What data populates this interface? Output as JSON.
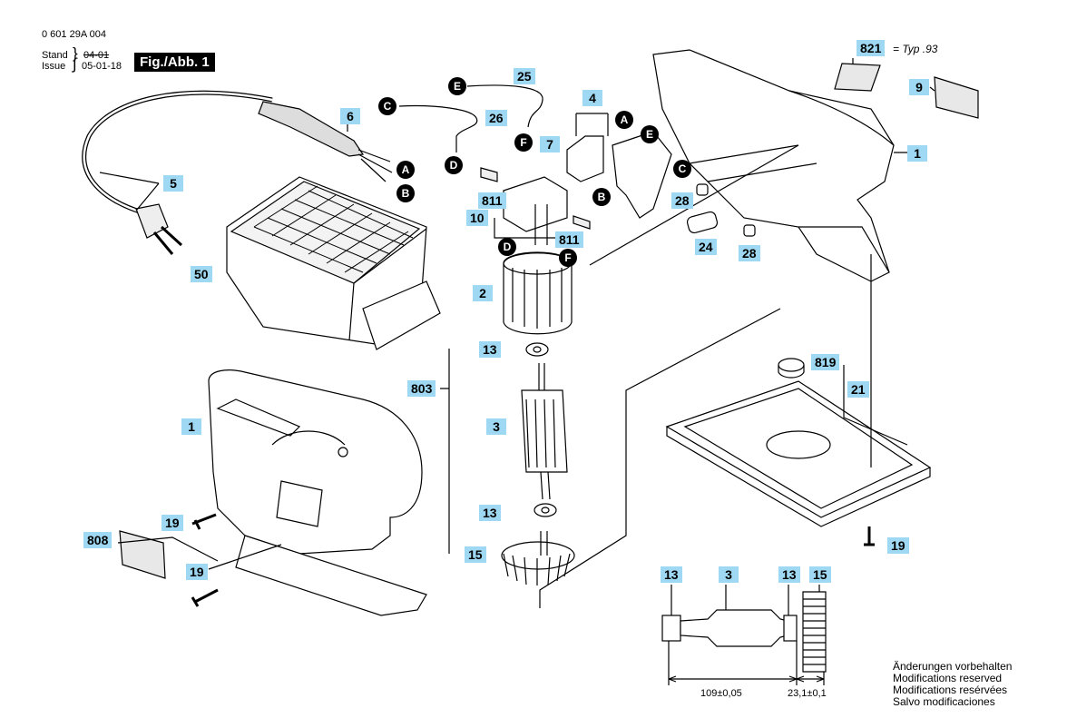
{
  "header": {
    "doc_number": "0 601 29A 004",
    "stand_label": "Stand",
    "issue_label": "Issue",
    "stand_value": "04-01",
    "issue_value": "05-01-18",
    "figure_label": "Fig./Abb. 1"
  },
  "part_labels": {
    "p821": "821",
    "typ": "= Typ .93",
    "p9": "9",
    "p1_top": "1",
    "p25": "25",
    "p26": "26",
    "p4": "4",
    "p6": "6",
    "p7": "7",
    "p5": "5",
    "p811a": "811",
    "p10": "10",
    "p811b": "811",
    "p28a": "28",
    "p24": "24",
    "p28b": "28",
    "p50": "50",
    "p2": "2",
    "p13a": "13",
    "p803": "803",
    "p3": "3",
    "p13b": "13",
    "p15": "15",
    "p819": "819",
    "p21": "21",
    "p1_side": "1",
    "p19a": "19",
    "p808": "808",
    "p19b": "19",
    "p19c": "19",
    "d13a": "13",
    "d3": "3",
    "d13b": "13",
    "d15": "15"
  },
  "connectors": {
    "A1": "A",
    "B1": "B",
    "C1": "C",
    "D1": "D",
    "E1": "E",
    "F1": "F",
    "A2": "A",
    "E2": "E",
    "C2": "C",
    "B2": "B",
    "D2": "D",
    "F2": "F"
  },
  "dimensions": {
    "length": "109±0,05",
    "offset": "23,1±0,1"
  },
  "notes": [
    "Änderungen vorbehalten",
    "Modifications reserved",
    "Modifications resérvées",
    "Salvo modificaciones"
  ]
}
